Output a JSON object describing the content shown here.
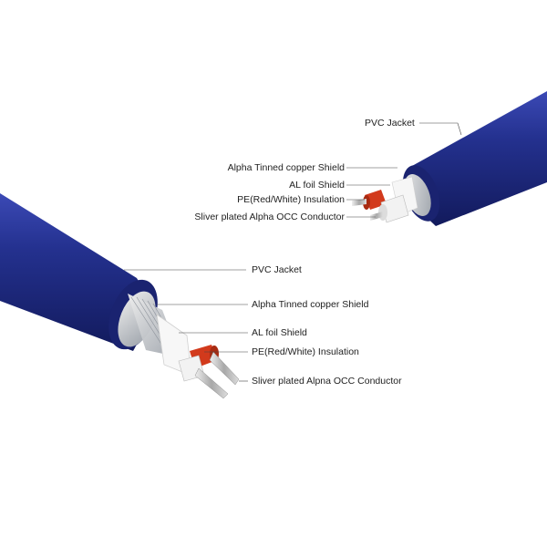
{
  "colors": {
    "jacket": "#1f2a8a",
    "jacket_dark": "#121a5c",
    "jacket_light": "#3b49b5",
    "red_insulation": "#d23a1c",
    "white_insulation": "#f2f2f2",
    "braid": "#c9ccd2",
    "foil": "#f5f5f5",
    "leader": "#333333"
  },
  "small_cable": {
    "labels": [
      "PVC Jacket",
      "Alpha Tinned copper Shield",
      "AL foil Shield",
      "PE(Red/White) Insulation",
      "Sliver plated Alpha OCC Conductor"
    ]
  },
  "large_cable": {
    "labels": [
      "PVC Jacket",
      "Alpha Tinned copper Shield",
      "AL foil Shield",
      "PE(Red/White) Insulation",
      "Sliver plated Alpna OCC Conductor"
    ]
  }
}
